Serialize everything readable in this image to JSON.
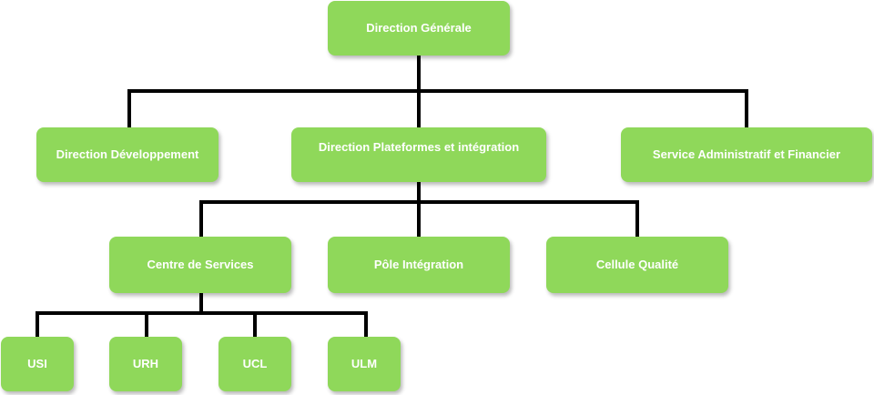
{
  "colors": {
    "node_fill": "#8fd85a",
    "node_text": "#ffffff",
    "connector": "#000000"
  },
  "org_chart": {
    "root": {
      "label": "Direction Générale"
    },
    "level1": [
      {
        "label": "Direction Développement"
      },
      {
        "label": "Direction Plateformes et intégration"
      },
      {
        "label": "Service Administratif et Financier"
      }
    ],
    "level2": [
      {
        "label": "Centre de Services"
      },
      {
        "label": "Pôle Intégration"
      },
      {
        "label": "Cellule Qualité"
      }
    ],
    "level3": [
      {
        "label": "USI"
      },
      {
        "label": "URH"
      },
      {
        "label": "UCL"
      },
      {
        "label": "ULM"
      }
    ]
  }
}
